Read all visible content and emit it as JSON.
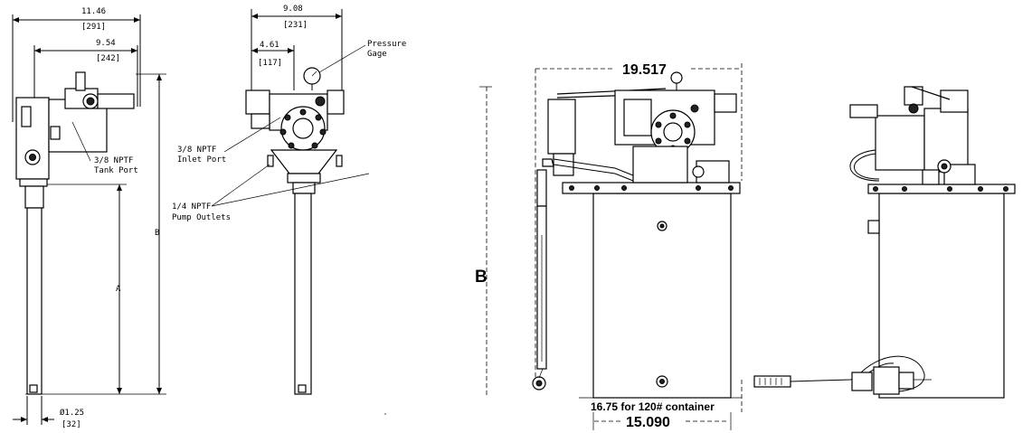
{
  "figure_left": {
    "dim_overall_width_in": "11.46",
    "dim_overall_width_mm": "[291]",
    "dim_body_width_in": "9.54",
    "dim_body_width_mm": "[242]",
    "dim_center_in": "4.61",
    "dim_center_mm": "[117]",
    "dim_side_width_in": "9.08",
    "dim_side_width_mm": "[231]",
    "dim_tube_dia_in": "Ø1.25",
    "dim_tube_dia_mm": "[32]",
    "label_A": "A",
    "label_B": "B",
    "tank_port_line1": "3/8 NPTF",
    "tank_port_line2": "Tank Port",
    "inlet_port_line1": "3/8 NPTF",
    "inlet_port_line2": "Inlet Port",
    "pump_outlets_line1": "1/4 NPTF",
    "pump_outlets_line2": "Pump Outlets",
    "pressure_gage_line1": "Pressure",
    "pressure_gage_line2": "Gage"
  },
  "figure_right": {
    "dim_top_width": "19.517",
    "label_B": "B",
    "container_note": "16.75 for 120# container",
    "dim_base_width": "15.090"
  }
}
